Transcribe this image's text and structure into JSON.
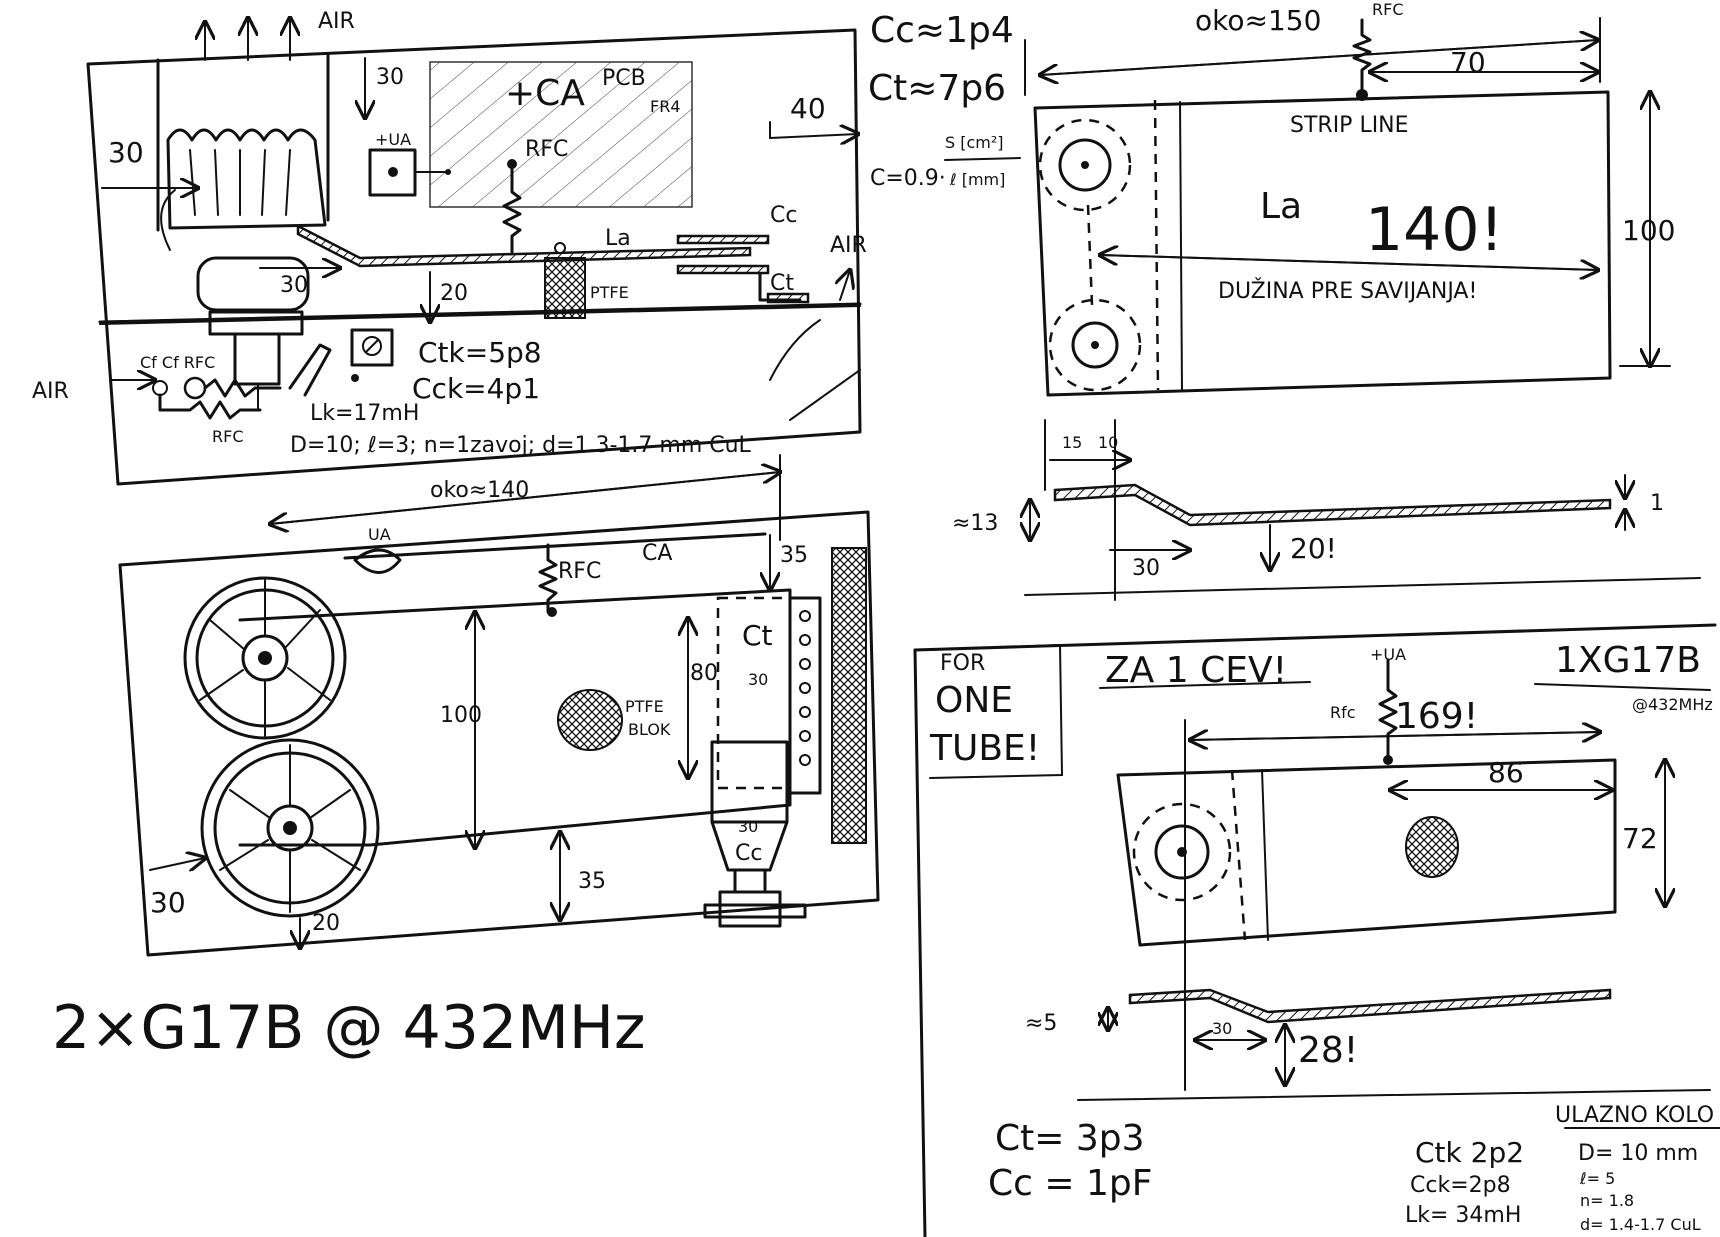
{
  "labels": {
    "air_top": "AIR",
    "air_left": "AIR",
    "air_right": "AIR",
    "dim_30_left": "30",
    "dim_30_top": "30",
    "ua_top": "+UA",
    "ca_top": "+CA",
    "pcb": "PCB",
    "fr4": "FR4",
    "rfc_top": "RFC",
    "dim_40": "40",
    "cc_side": "Cc",
    "la_side": "La",
    "ct_side": "Ct",
    "dim_30_cav": "30",
    "dim_20_cav": "20",
    "ptfe_side": "PTFE",
    "cc_value": "Cc≈1p4",
    "ct_value": "Ct≈7p6",
    "c_formula_lhs": "C=0.9·",
    "c_formula_num": "S [cm²]",
    "c_formula_den": "ℓ [mm]",
    "ctk": "Ctk=5p8",
    "cck": "Cck=4p1",
    "lk": "Lk=17mH",
    "coil": "D=10; ℓ=3; n=1zavoj; d=1.3-1.7 mm CuL",
    "cf_crfc": "Cf Cf RFC",
    "rfc_lower": "RFC",
    "oko_140": "oko≈140",
    "ua_bottom": "UA",
    "rfc_bottom": "RFC",
    "ca_bottom": "CA",
    "dim_35_top": "35",
    "ct_bottom": "Ct",
    "dim_80": "80",
    "dim_30_ct": "30",
    "dim_100_bottom": "100",
    "ptfe_block": "PTFE",
    "blok": "BLOK",
    "dim_30_cc": "30",
    "cc_bottom": "Cc",
    "dim_35_bottom": "35",
    "dim_30_bottom": "30",
    "dim_20_bottom": "20",
    "title_2x": "2×G17B @ 432MHz",
    "oko_150": "oko≈150",
    "rfc_right": "RFC",
    "dim_70": "70",
    "strip_line": "STRIP LINE",
    "la_right": "La",
    "dim_140": "140!",
    "duzina": "DUŽINA PRE SAVIJANJA!",
    "dim_100_right": "100",
    "dim_15": "15",
    "dim_10": "10",
    "dim_13": "≈13",
    "dim_1": "1",
    "dim_30_bend": "30",
    "dim_20_bend": "20!",
    "for": "FOR",
    "one": "ONE",
    "tube": "TUBE!",
    "za_1_cev": "ZA 1 CEV!",
    "ua_one": "+UA",
    "rfc_one": "Rfc",
    "dim_169": "169!",
    "title_1x": "1XG17B",
    "at_432": "@432MHz",
    "dim_86": "86",
    "dim_72": "72",
    "dim_5": "≈5",
    "dim_30_one": "30",
    "dim_28": "28!",
    "ct_one": "Ct= 3p3",
    "cc_one": "Cc = 1pF",
    "ulazno": "ULAZNO KOLO",
    "ctk_one": "Ctk 2p2",
    "cck_one": "Cck=2p8",
    "lk_one": "Lk= 34mH",
    "d_one": "D= 10 mm",
    "l_one": "ℓ= 5",
    "n_one": "n= 1.8",
    "dd_one": "d= 1.4-1.7 CuL"
  }
}
